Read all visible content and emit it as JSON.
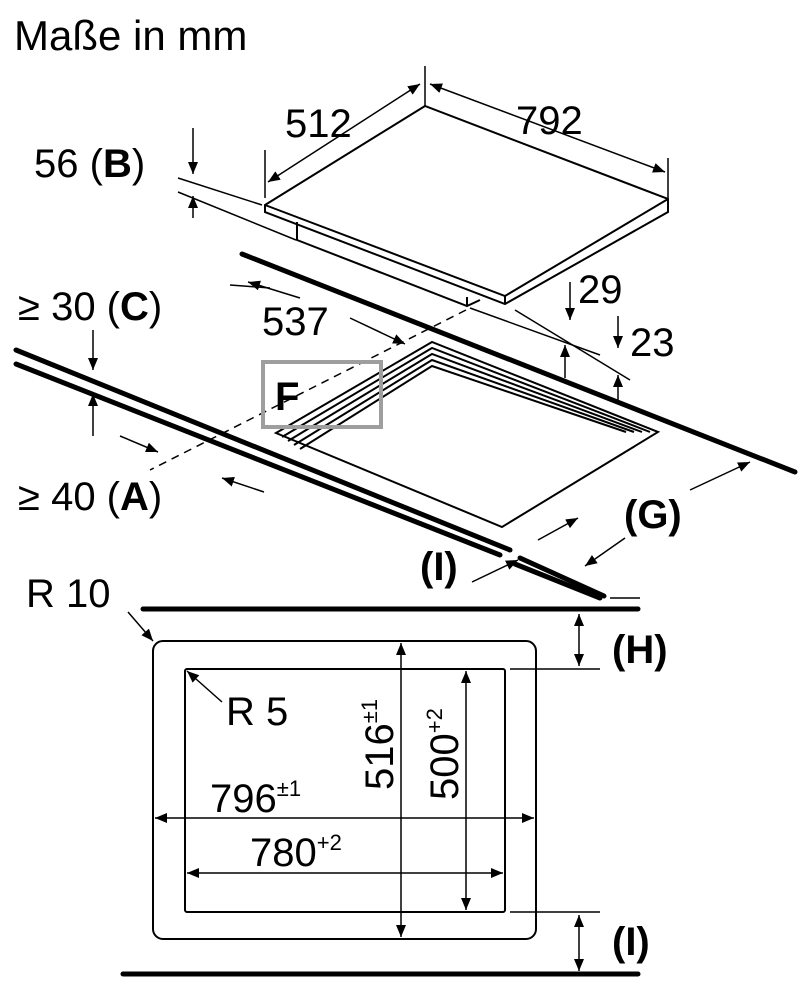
{
  "title": "Maße in mm",
  "top_view": {
    "depth": "512",
    "width": "792",
    "thickness": {
      "value": "56",
      "letter": "B"
    },
    "cutout_depth": "537",
    "dim_29": "29",
    "dim_23": "23",
    "min_rear": {
      "prefix": "≥ 30",
      "letter": "C"
    },
    "min_front": {
      "prefix": "≥ 40",
      "letter": "A"
    },
    "letter_g": "(G)",
    "letter_i": "(I)",
    "letter_f": "F",
    "f_frame_color": "#9e9e9e"
  },
  "cutout_view": {
    "outer_radius": "R 10",
    "inner_radius": "R 5",
    "outer_height": {
      "value": "516",
      "tol": "±1"
    },
    "inner_height": {
      "value": "500",
      "tol": "+2"
    },
    "outer_width": {
      "value": "796",
      "tol": "±1"
    },
    "inner_width": {
      "value": "780",
      "tol": "+2"
    },
    "letter_h": "(H)",
    "letter_i": "(I)"
  }
}
